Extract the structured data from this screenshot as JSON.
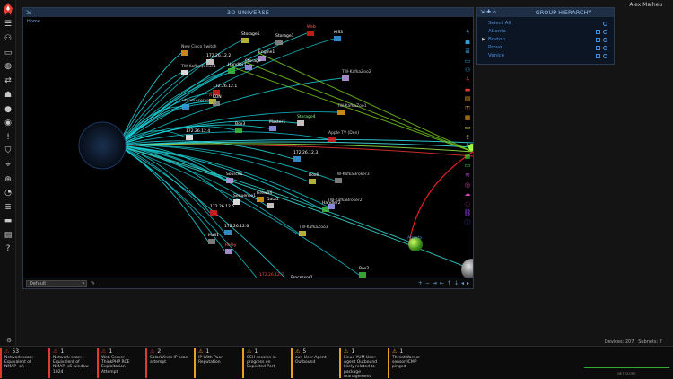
{
  "user": {
    "name": "Alex Maiheu"
  },
  "universe": {
    "title": "3D UNIVERSE",
    "breadcrumb": "Home",
    "view_select": "Default",
    "nav_buttons": [
      "+",
      "−",
      "⇥",
      "⇤",
      "↑",
      "↓",
      "◂",
      "▸"
    ]
  },
  "group_hierarchy": {
    "title": "GROUP HIERARCHY",
    "select_all": "Select All",
    "groups": [
      {
        "label": "Atlanta",
        "expanded": false
      },
      {
        "label": "Boston",
        "expanded": true
      },
      {
        "label": "Provo",
        "expanded": false
      },
      {
        "label": "Venice",
        "expanded": false
      }
    ]
  },
  "status": {
    "devices": "Devices: 207",
    "subnets": "Subnets: 7"
  },
  "nodes": [
    {
      "label": "Web",
      "color": "#ff6666"
    },
    {
      "label": "KIS3",
      "color": "#ffffff"
    },
    {
      "label": "Storage1",
      "color": "#ffffff"
    },
    {
      "label": "Storage1",
      "color": "#ffffff"
    },
    {
      "label": "Engine1",
      "color": "#ffffff"
    },
    {
      "label": "172.26.12.2",
      "color": "#ffffff"
    },
    {
      "label": "New Cisco Switch",
      "color": "#cccccc"
    },
    {
      "label": "Handler1",
      "color": "#ffffff"
    },
    {
      "label": "Storage",
      "color": "#ffffff"
    },
    {
      "label": "TW-KafkaQueue1",
      "color": "#cccccc"
    },
    {
      "label": "172.26.12.1",
      "color": "#ffffff"
    },
    {
      "label": "ubuntu-server",
      "color": "#cccccc"
    },
    {
      "label": "N1",
      "color": "#ff4444"
    },
    {
      "label": "KON",
      "color": "#ffffff"
    },
    {
      "label": "TW-KafkaZoo2",
      "color": "#cccccc"
    },
    {
      "label": "Storage4",
      "color": "#88ff88"
    },
    {
      "label": "TW-KafkaZoo1",
      "color": "#cccccc"
    },
    {
      "label": "Box3",
      "color": "#ffffff"
    },
    {
      "label": "Master1",
      "color": "#ffffff"
    },
    {
      "label": "172.26.12.4",
      "color": "#ffffff"
    },
    {
      "label": "Apple TV (Den)",
      "color": "#cccccc"
    },
    {
      "label": "172.26.12.3",
      "color": "#ffffff"
    },
    {
      "label": "Box6",
      "color": "#ffffff"
    },
    {
      "label": "TW-KafkaBroker3",
      "color": "#cccccc"
    },
    {
      "label": "Source1",
      "color": "#ffffff"
    },
    {
      "label": "Data1",
      "color": "#ffffff"
    },
    {
      "label": "Firewall",
      "color": "#ffffff"
    },
    {
      "label": "Handler2",
      "color": "#ffffff"
    },
    {
      "label": "TW-KafkaBroker2",
      "color": "#cccccc"
    },
    {
      "label": "Sequence1",
      "color": "#ffffff"
    },
    {
      "label": "172.26.12.5",
      "color": "#ffffff"
    },
    {
      "label": "172.26.12.6",
      "color": "#ffffff"
    },
    {
      "label": "TW-KafkaZoo3",
      "color": "#cccccc"
    },
    {
      "label": "Mail1",
      "color": "#ffffff"
    },
    {
      "label": "Relay",
      "color": "#ff6666"
    },
    {
      "label": "172.26.12.7",
      "color": "#ff4444"
    },
    {
      "label": "Processor2",
      "color": "#ffffff"
    },
    {
      "label": "Box2",
      "color": "#ffffff"
    },
    {
      "label": "Atlanta",
      "color": "#4a8fd8"
    }
  ],
  "alerts": [
    {
      "count": "53",
      "color": "#e03b2f",
      "text": "Network scan: Equivalent of NMAP -sA"
    },
    {
      "count": "1",
      "color": "#e03b2f",
      "text": "Network scan: Equivalent of NMAP -sS window 1024"
    },
    {
      "count": "1",
      "color": "#e03b2f",
      "text": "Web Server - ThinkPHP RCE Exploitation Attempt"
    },
    {
      "count": "2",
      "color": "#e03b2f",
      "text": "SolarWinds IP scan attempt"
    },
    {
      "count": "1",
      "color": "#e8a020",
      "text": "IP With Poor Reputation"
    },
    {
      "count": "1",
      "color": "#e8a020",
      "text": "SSH session in progress on Expected Port"
    },
    {
      "count": "5",
      "color": "#e8a020",
      "text": "curl User-Agent Outbound"
    },
    {
      "count": "1",
      "color": "#e8a020",
      "text": "Linux YUM User-Agent Outbound likely related to package management"
    },
    {
      "count": "1",
      "color": "#e8a020",
      "text": "ThreatWarrior sensor ICMP pinged"
    }
  ],
  "minigraph": {
    "label": "NET SCORE"
  }
}
